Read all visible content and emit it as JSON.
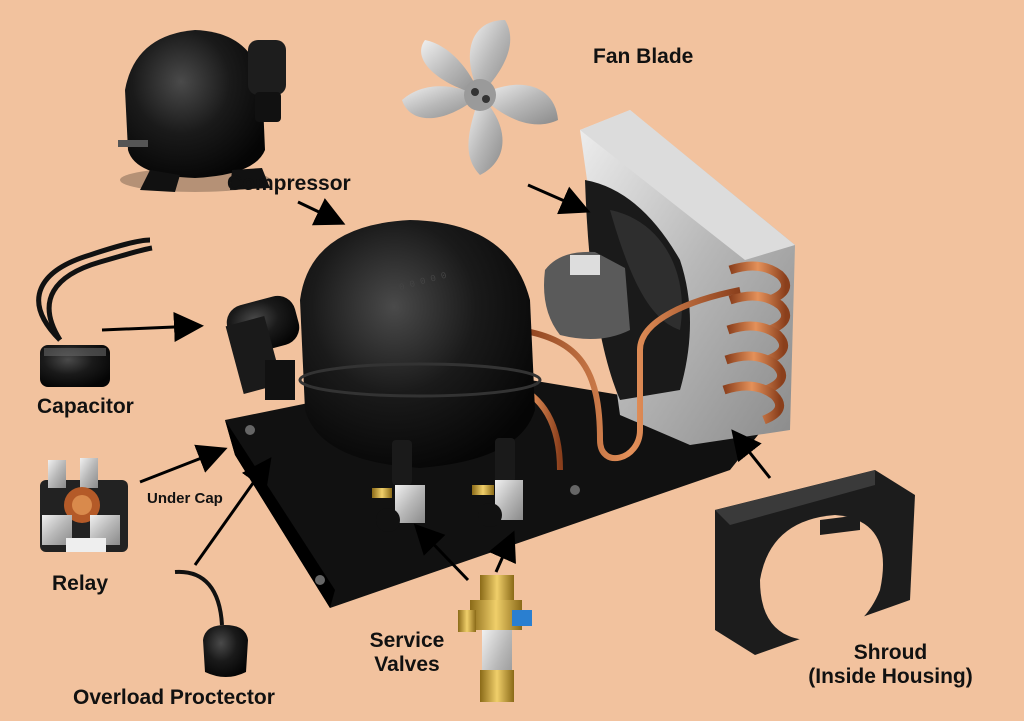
{
  "colors": {
    "background": "#f2c29e",
    "metal_black": "#151515",
    "copper": "#c7713c",
    "silver": "#c9c9c9",
    "brass": "#c9a23a"
  },
  "labels": {
    "fan_blade": "Fan Blade",
    "compressor": "Compressor",
    "capacitor": "Capacitor",
    "under_cap": "Under Cap",
    "relay": "Relay",
    "overload_protector": "Overload Proctector",
    "service_valves": [
      "Service",
      "Valves"
    ],
    "shroud": [
      "Shroud",
      "(Inside Housing)"
    ]
  }
}
